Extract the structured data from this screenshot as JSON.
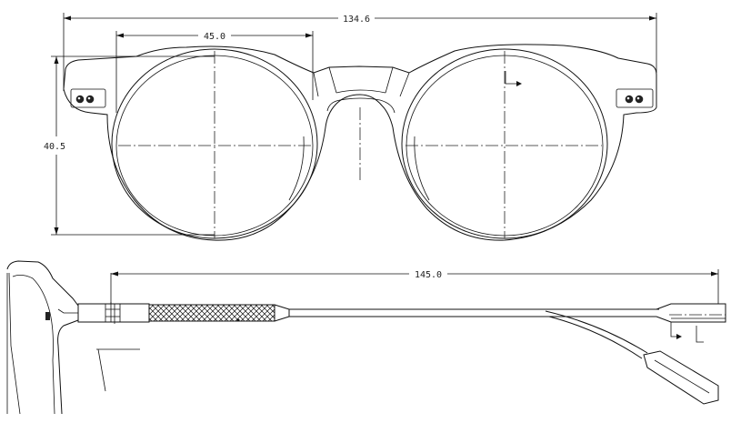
{
  "dimensions": {
    "total_width": "134.6",
    "lens_width": "45.0",
    "lens_height": "40.5",
    "temple_length": "145.0"
  },
  "colors": {
    "line": "#111111",
    "background": "#ffffff"
  }
}
